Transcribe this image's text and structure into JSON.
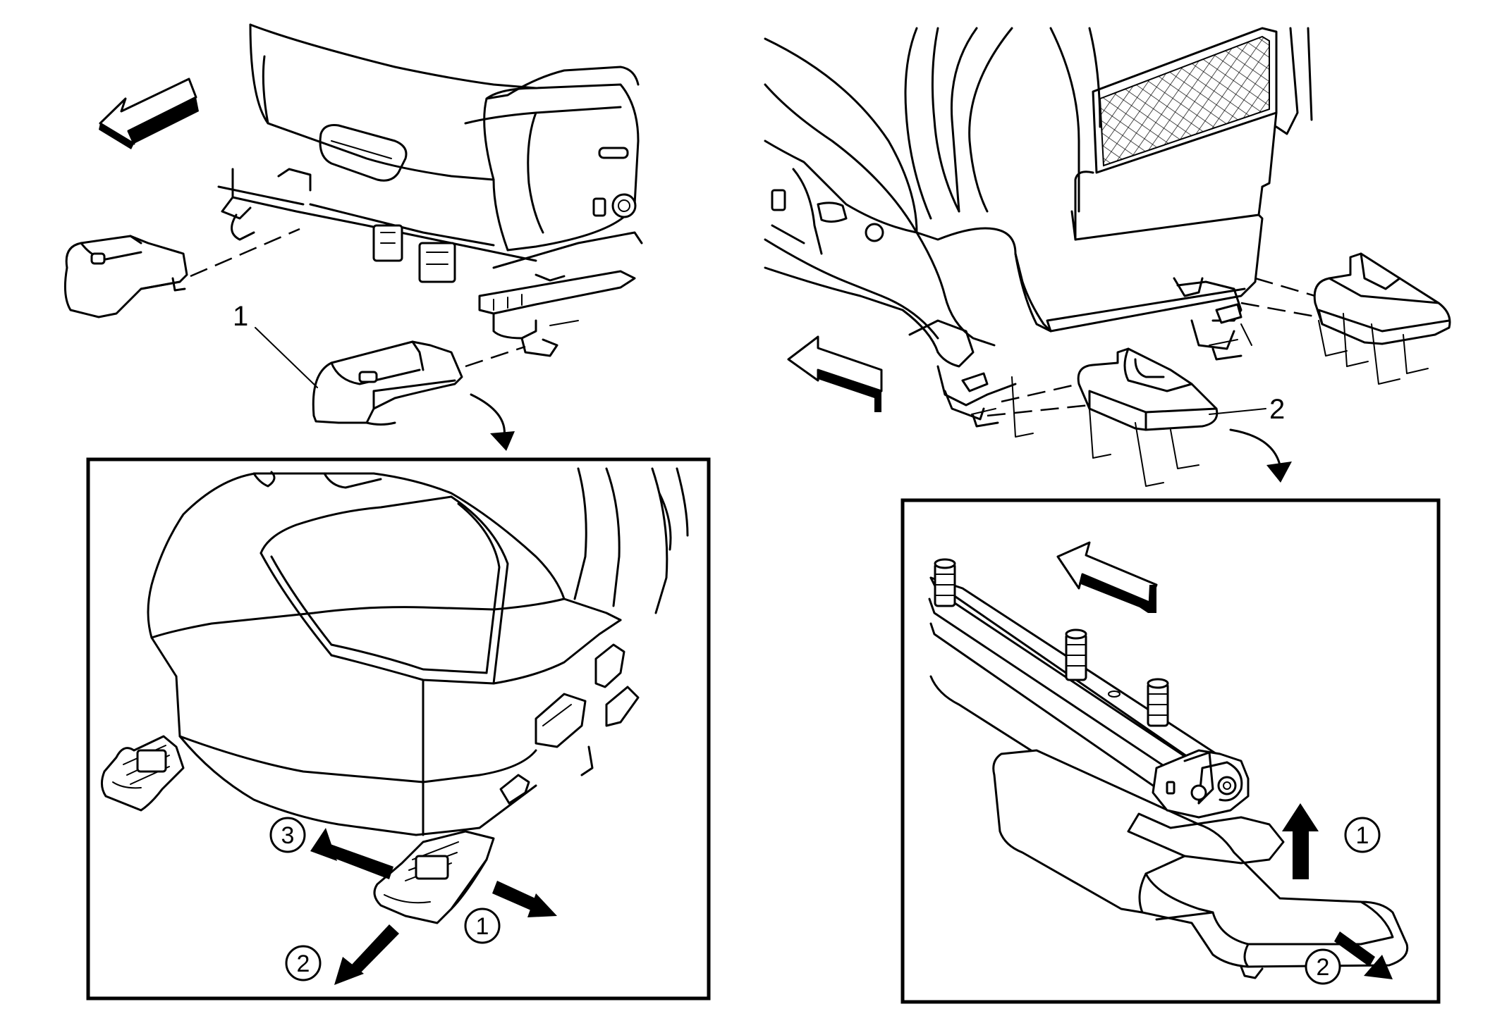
{
  "callouts": {
    "part_1": "1",
    "part_2": "2"
  },
  "steps_left": {
    "step_1": "1",
    "step_2": "2",
    "step_3": "3"
  },
  "steps_right": {
    "step_1": "1",
    "step_2": "2"
  },
  "icons": {
    "direction_arrow": "forward-direction-arrow-icon",
    "step_arrow": "step-direction-arrow-icon"
  }
}
